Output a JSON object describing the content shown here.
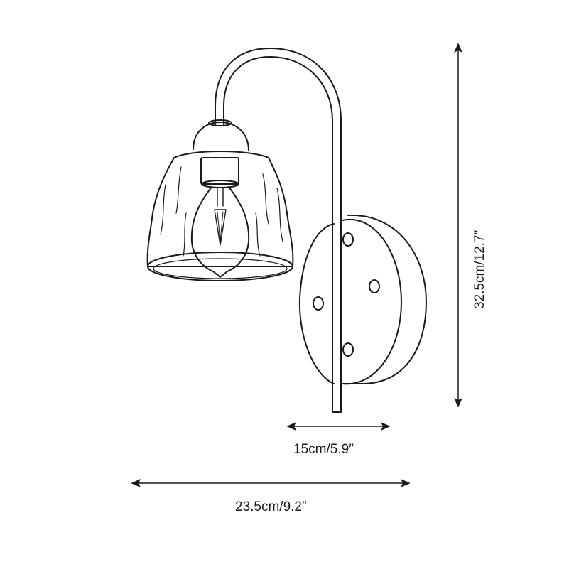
{
  "diagram": {
    "subject": "Wall sconce with glass shade and curved arm",
    "dimensions": {
      "height": "32.5cm/12.7″",
      "base_width": "15cm/5.9″",
      "total_width": "23.5cm/9.2″"
    },
    "colors": {
      "line": "#1a1a1a",
      "background": "#ffffff"
    }
  }
}
